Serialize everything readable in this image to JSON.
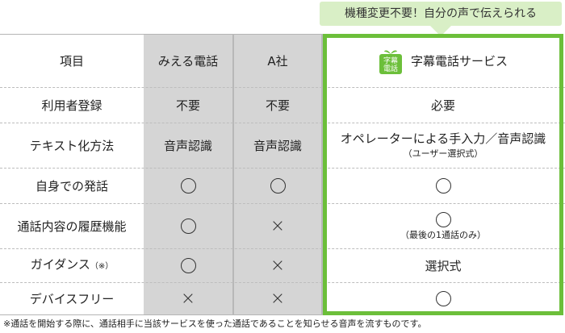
{
  "callout": {
    "text": "機種変更不要！自分の声で伝えられる"
  },
  "columns": {
    "item": "項目",
    "mieru": "みえる電話",
    "a": "A社",
    "jimaku": "字幕電話サービス",
    "logo_text": [
      "字幕",
      "電話"
    ]
  },
  "rows": [
    {
      "item": "利用者登録",
      "mieru": "不要",
      "a": "不要",
      "jimaku": "必要"
    },
    {
      "item": "テキスト化方法",
      "mieru": "音声認識",
      "a": "音声認識",
      "jimaku": "オペレーターによる手入力／音声認識",
      "jimaku_note": "（ユーザー選択式）"
    },
    {
      "item": "自身での発話",
      "mieru": "circle",
      "a": "circle",
      "jimaku": "circle"
    },
    {
      "item": "通話内容の履歴機能",
      "mieru": "circle",
      "a": "cross",
      "jimaku": "circle",
      "jimaku_note": "（最後の1通話のみ）"
    },
    {
      "item": "ガイダンス",
      "item_suffix": "（※）",
      "mieru": "circle",
      "a": "cross",
      "jimaku": "選択式"
    },
    {
      "item": "デバイスフリー",
      "mieru": "cross",
      "a": "cross",
      "jimaku": "circle"
    }
  ],
  "symbols": {
    "cross": "×"
  },
  "footnote": "※通話を開始する際に、通話相手に当該サービスを使った通話であることを知らせる音声を流すものです。",
  "colors": {
    "accent_green": "#6cbf3a",
    "callout_bg": "#d9efc6",
    "competitor_bg": "#d5d5d5"
  }
}
